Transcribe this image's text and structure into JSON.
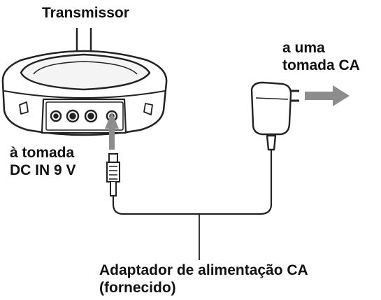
{
  "labels": {
    "transmitter": "Transmissor",
    "outlet_line1": "a uma",
    "outlet_line2": "tomada CA",
    "dc_in_line1": "à tomada",
    "dc_in_line2": "DC IN 9 V",
    "adapter_line1": "Adaptador de alimentação CA",
    "adapter_line2": "(fornecido)"
  },
  "colors": {
    "stroke": "#222222",
    "arrow_gray": "#8c8c8c",
    "body_fill": "#ffffff"
  }
}
